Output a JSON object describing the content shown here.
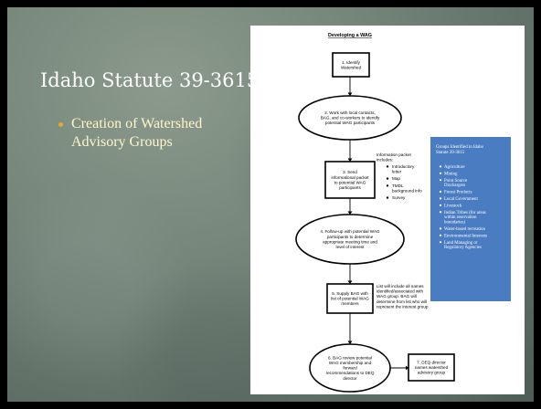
{
  "slide": {
    "title": "Idaho Statute 39-3615",
    "bullets": [
      "Creation of Watershed Advisory Groups"
    ]
  },
  "document": {
    "heading": "Developing a WAG",
    "steps": [
      {
        "id": "s1",
        "lines": [
          "1. Identify",
          "Watershed"
        ]
      },
      {
        "id": "s2",
        "lines": [
          "2. Work with local contacts,",
          "BAG, and co-workers to identify",
          "potential WAG participants"
        ]
      },
      {
        "id": "s3",
        "lines": [
          "3. Send",
          "informational packet",
          "to potential WAG",
          "participants"
        ]
      },
      {
        "id": "s4",
        "lines": [
          "4. Follow-up with potential WAG",
          "participants to determine",
          "appropriate meeting time and",
          "level of interest"
        ]
      },
      {
        "id": "s5",
        "lines": [
          "5. Supply BAG with",
          "list of potential WAG",
          "members"
        ]
      },
      {
        "id": "s6",
        "lines": [
          "6. BAG review potential",
          "WAG membership and",
          "forward",
          "recommendations to DEQ",
          "director"
        ]
      },
      {
        "id": "s7",
        "lines": [
          "7. DEQ director",
          "names watershed",
          "advisory group"
        ]
      }
    ],
    "packet_note": {
      "lines": [
        "Information packet",
        "includes:"
      ],
      "items": [
        [
          "Introductory",
          "letter"
        ],
        [
          "Map"
        ],
        [
          "TMDL",
          "background info"
        ],
        [
          "Survey"
        ]
      ]
    },
    "list_note": {
      "lines": [
        "List will include all names",
        "identified/associated with",
        "WAG group. BAG will",
        "determine from list who will",
        "represent the interest group"
      ]
    },
    "groups_panel": {
      "title_lines": [
        "Groups Identified in Idaho",
        "Statute 39-3615"
      ],
      "items": [
        [
          "Agriculture"
        ],
        [
          "Mining"
        ],
        [
          "Point Source",
          "Dischargers"
        ],
        [
          "Forest Products"
        ],
        [
          "Local Government"
        ],
        [
          "Livestock"
        ],
        [
          "Indian Tribes (for areas",
          "within reservation",
          "boundaries)"
        ],
        [
          "Water-based recreation"
        ],
        [
          "Environmental Interests"
        ],
        [
          "Land Managing or",
          "Regulatory Agencies"
        ]
      ]
    }
  },
  "colors": {
    "panel": "#4a7cc2",
    "bullet": "#e8a63a",
    "bullet_text": "#fff5cc"
  }
}
